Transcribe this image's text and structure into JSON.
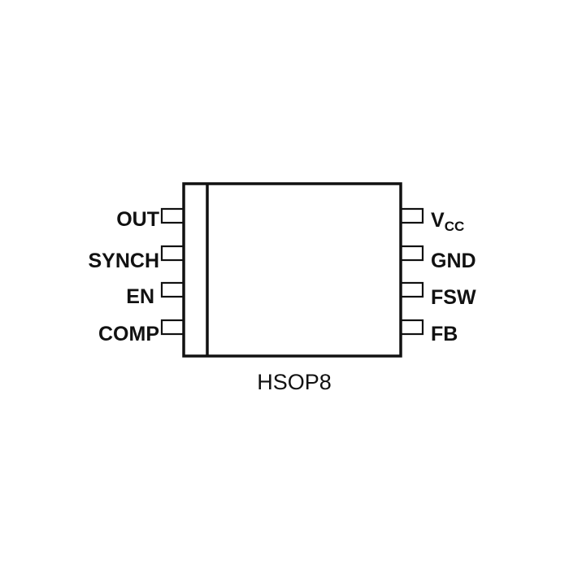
{
  "diagram": {
    "package_name": "HSOP8",
    "left_pins": [
      {
        "name": "OUT"
      },
      {
        "name": "SYNCH"
      },
      {
        "name": "EN"
      },
      {
        "name": "COMP"
      }
    ],
    "right_pins": [
      {
        "name": "V",
        "sub": "CC"
      },
      {
        "name": "GND"
      },
      {
        "name": "FSW"
      },
      {
        "name": "FB"
      }
    ],
    "colors": {
      "line": "#111111",
      "background": "#ffffff"
    }
  }
}
